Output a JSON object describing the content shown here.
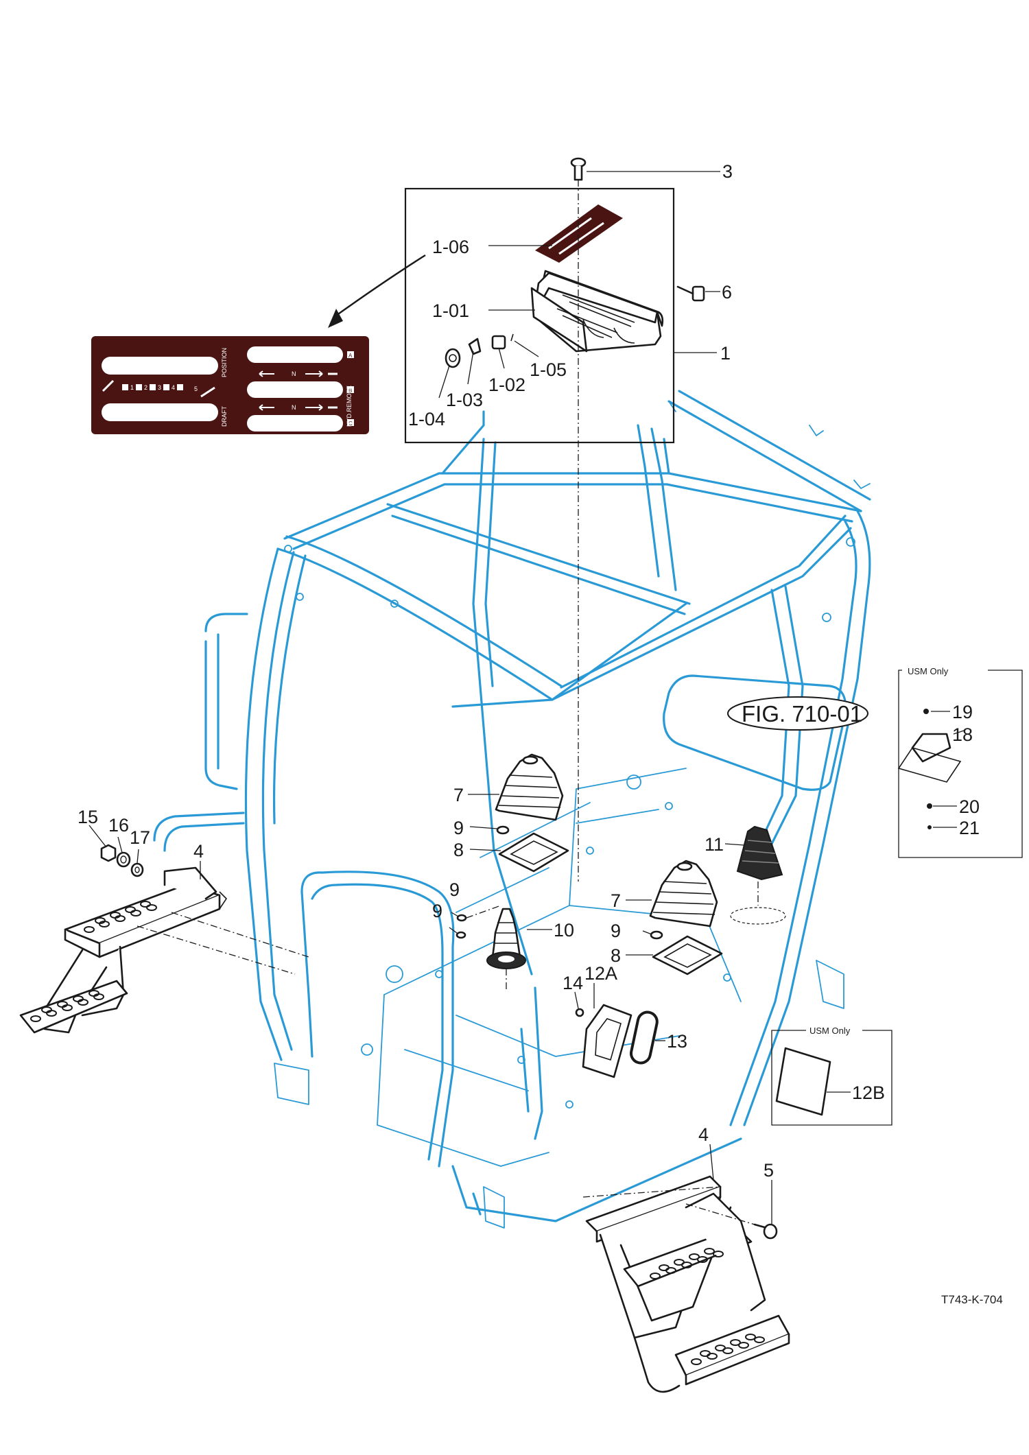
{
  "figure": {
    "drawing_code": "T743-K-704",
    "figure_reference": "FIG. 710-01",
    "usm_only_label": "USM Only",
    "colors": {
      "frame": "#2a9ad6",
      "parts": "#1a1a1a",
      "decal": "#4a1412",
      "background": "#ffffff"
    }
  },
  "decal": {
    "left_heading_top": "POSITION",
    "left_heading_bottom": "DRAFT",
    "right_heading": "HYD.REMOTE",
    "position_numbers": [
      "1",
      "2",
      "3",
      "4",
      "5"
    ],
    "row_letters": [
      "A",
      "B",
      "C"
    ],
    "neutral_mark": "N"
  },
  "callouts": {
    "c3": "3",
    "c1_06": "1-06",
    "c6": "6",
    "c1_01": "1-01",
    "c1": "1",
    "c1_04": "1-04",
    "c1_03": "1-03",
    "c1_02": "1-02",
    "c1_05": "1-05",
    "c19": "19",
    "c18": "18",
    "c20": "20",
    "c21": "21",
    "c7a": "7",
    "c9a": "9",
    "c8a": "8",
    "c11": "11",
    "c15": "15",
    "c16": "16",
    "c17": "17",
    "c4a": "4",
    "c9b": "9",
    "c9c": "9",
    "c10": "10",
    "c7b": "7",
    "c9d": "9",
    "c8b": "8",
    "c14": "14",
    "c12a": "12A",
    "c13": "13",
    "c12b": "12B",
    "c4b": "4",
    "c5": "5"
  }
}
